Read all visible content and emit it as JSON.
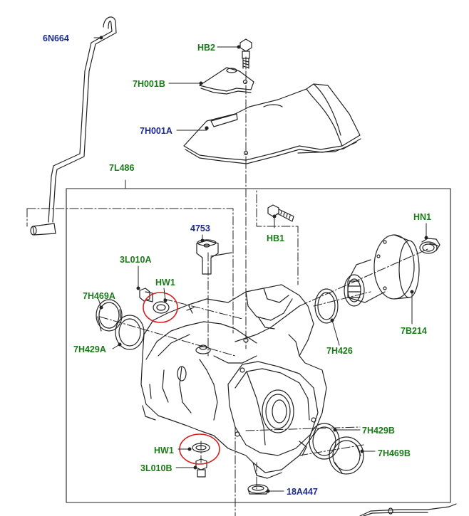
{
  "colors": {
    "part_number_green": "#1a7a1a",
    "part_number_blue": "#1b2a8c",
    "highlight_circle": "#d42020",
    "line_art": "#222222"
  },
  "labels": {
    "breather_tube": "6N664",
    "bolt_hb2": "HB2",
    "shield_upper": "7H001B",
    "heat_shield": "7H001A",
    "housing_group": "7L486",
    "bolt_hb1": "HB1",
    "nut_hn1": "HN1",
    "sensor": "4753",
    "plug_upper": "3L010A",
    "washer_upper": "HW1",
    "seal_left_outer": "7H469A",
    "seal_left_inner": "7H429A",
    "o_ring": "7H426",
    "flange": "7B214",
    "seal_right_inner": "7H429B",
    "washer_lower": "HW1",
    "seal_right_outer": "7H469B",
    "plug_lower": "3L010B",
    "cap": "18A447"
  }
}
